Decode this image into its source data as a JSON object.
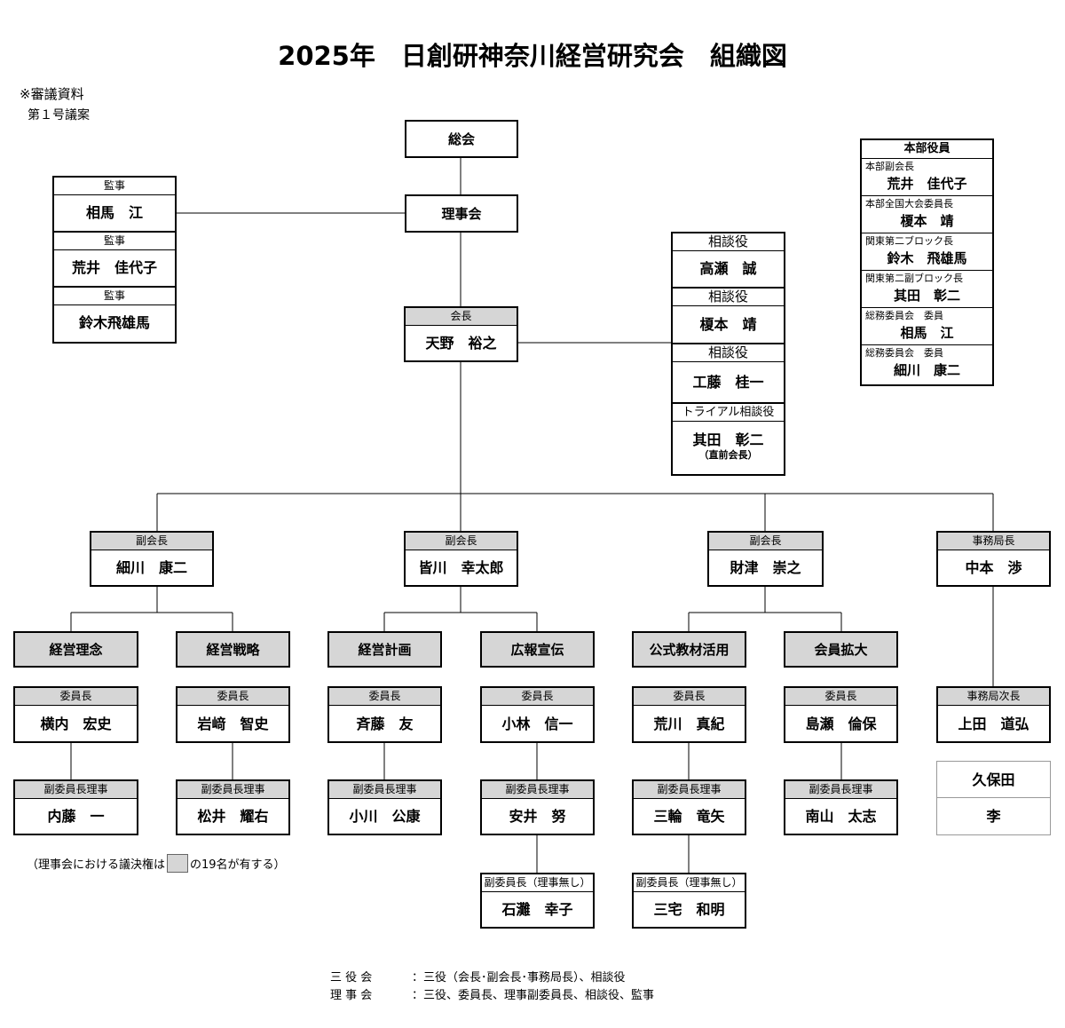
{
  "title": "2025年　日創研神奈川経営研究会　組織図",
  "note_line1": "※審議資料",
  "note_line2": "第１号議案",
  "top": {
    "general_meeting": "総会",
    "board": "理事会"
  },
  "auditors": [
    {
      "role": "監事",
      "name": "相馬　江"
    },
    {
      "role": "監事",
      "name": "荒井　佳代子"
    },
    {
      "role": "監事",
      "name": "鈴木飛雄馬"
    }
  ],
  "president": {
    "role": "会長",
    "name": "天野　裕之"
  },
  "advisors": [
    {
      "role": "相談役",
      "name": "高瀬　誠"
    },
    {
      "role": "相談役",
      "name": "榎本　靖"
    },
    {
      "role": "相談役",
      "name": "工藤　桂一"
    },
    {
      "role": "トライアル相談役",
      "name": "其田　彰二",
      "sub": "（直前会長）"
    }
  ],
  "hq": {
    "header": "本部役員",
    "members": [
      {
        "role": "本部副会長",
        "name": "荒井　佳代子"
      },
      {
        "role": "本部全国大会委員長",
        "name": "榎本　靖"
      },
      {
        "role": "関東第二ブロック長",
        "name": "鈴木　飛雄馬"
      },
      {
        "role": "関東第二副ブロック長",
        "name": "其田　彰二"
      },
      {
        "role": "総務委員会　委員",
        "name": "相馬　江"
      },
      {
        "role": "総務委員会　委員",
        "name": "細川　康二"
      }
    ]
  },
  "vice_presidents": [
    {
      "role": "副会長",
      "name": "細川　康二"
    },
    {
      "role": "副会長",
      "name": "皆川　幸太郎"
    },
    {
      "role": "副会長",
      "name": "財津　崇之"
    }
  ],
  "secretariat": {
    "chief_role": "事務局長",
    "chief_name": "中本　渉",
    "deputy_role": "事務局次長",
    "deputy_name": "上田　道弘",
    "staff": [
      "久保田",
      "李"
    ]
  },
  "committees": [
    {
      "title": "経営理念",
      "chair_role": "委員長",
      "chair": "横内　宏史",
      "vice_role": "副委員長理事",
      "vice": "内藤　一"
    },
    {
      "title": "経営戦略",
      "chair_role": "委員長",
      "chair": "岩﨑　智史",
      "vice_role": "副委員長理事",
      "vice": "松井　耀右"
    },
    {
      "title": "経営計画",
      "chair_role": "委員長",
      "chair": "斉藤　友",
      "vice_role": "副委員長理事",
      "vice": "小川　公康"
    },
    {
      "title": "広報宣伝",
      "chair_role": "委員長",
      "chair": "小林　信一",
      "vice_role": "副委員長理事",
      "vice": "安井　努",
      "extra_role": "副委員長（理事無し）",
      "extra": "石灘　幸子"
    },
    {
      "title": "公式教材活用",
      "chair_role": "委員長",
      "chair": "荒川　真紀",
      "vice_role": "副委員長理事",
      "vice": "三輪　竜矢",
      "extra_role": "副委員長（理事無し）",
      "extra": "三宅　和明"
    },
    {
      "title": "会員拡大",
      "chair_role": "委員長",
      "chair": "島瀬　倫保",
      "vice_role": "副委員長理事",
      "vice": "南山　太志"
    }
  ],
  "vote_note_pre": "（理事会における議決権は",
  "vote_note_post": "の19名が有する）",
  "footer": [
    {
      "label": "三 役 会",
      "text": "：三役（会長･副会長･事務局長）、相談役"
    },
    {
      "label": "理 事 会",
      "text": "：三役、委員長、理事副委員長、相談役、監事"
    }
  ]
}
